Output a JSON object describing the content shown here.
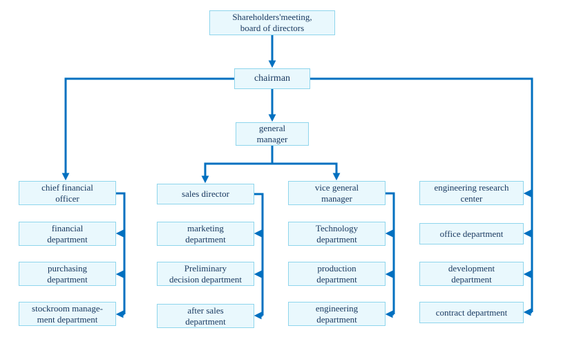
{
  "diagram": {
    "type": "org-chart",
    "colors": {
      "background": "#ffffff",
      "box_fill": "#e9f8fd",
      "box_border": "#8ed5ec",
      "text": "#17375e",
      "connector": "#0070c0"
    },
    "nodes": {
      "shareholders": {
        "label": "Shareholders'meeting,\nboard of directors"
      },
      "chairman": {
        "label": "chairman"
      },
      "general_manager": {
        "label": "general\nmanager"
      },
      "cfo": {
        "label": "chief financial\nofficer"
      },
      "financial": {
        "label": "financial\ndepartment"
      },
      "purchasing": {
        "label": "purchasing\ndepartment"
      },
      "stockroom": {
        "label": "stockroom manage-\nment department"
      },
      "sales_director": {
        "label": "sales director"
      },
      "marketing": {
        "label": "marketing\ndepartment"
      },
      "preliminary": {
        "label": "Preliminary\ndecision department"
      },
      "after_sales": {
        "label": "after sales\ndepartment"
      },
      "vice_general_manager": {
        "label": "vice general\nmanager"
      },
      "technology": {
        "label": "Technology\ndepartment"
      },
      "production": {
        "label": "production\ndepartment"
      },
      "engineering": {
        "label": "engineering\ndepartment"
      },
      "engineering_research_center": {
        "label": "engineering research\ncenter"
      },
      "office": {
        "label": "office department"
      },
      "development": {
        "label": "development\ndepartment"
      },
      "contract": {
        "label": "contract department"
      }
    },
    "edges": [
      {
        "from": "shareholders",
        "to": "chairman"
      },
      {
        "from": "chairman",
        "to": "general_manager"
      },
      {
        "from": "chairman",
        "to": "cfo"
      },
      {
        "from": "chairman",
        "to": "engineering_research_center"
      },
      {
        "from": "chairman",
        "to": "office"
      },
      {
        "from": "chairman",
        "to": "development"
      },
      {
        "from": "chairman",
        "to": "contract"
      },
      {
        "from": "general_manager",
        "to": "sales_director"
      },
      {
        "from": "general_manager",
        "to": "vice_general_manager"
      },
      {
        "from": "cfo",
        "to": "financial"
      },
      {
        "from": "cfo",
        "to": "purchasing"
      },
      {
        "from": "cfo",
        "to": "stockroom"
      },
      {
        "from": "sales_director",
        "to": "marketing"
      },
      {
        "from": "sales_director",
        "to": "preliminary"
      },
      {
        "from": "sales_director",
        "to": "after_sales"
      },
      {
        "from": "vice_general_manager",
        "to": "technology"
      },
      {
        "from": "vice_general_manager",
        "to": "production"
      },
      {
        "from": "vice_general_manager",
        "to": "engineering"
      }
    ]
  }
}
